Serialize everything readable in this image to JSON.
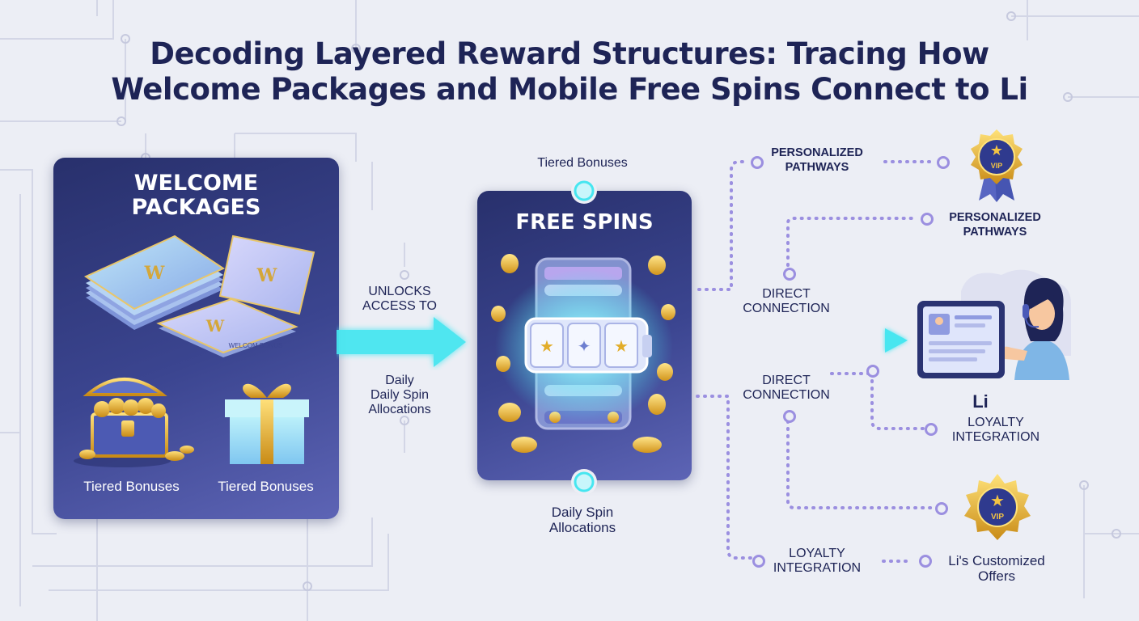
{
  "title": {
    "line1": "Decoding Layered Reward Structures: Tracing How",
    "line2": "Welcome Packages and Mobile Free Spins Connect to Li"
  },
  "welcome_panel": {
    "title_line1": "WELCOME",
    "title_line2": "PACKAGES",
    "card_text": "WELCOM BONUS",
    "card_letter": "W",
    "item_left": "Tiered Bonuses",
    "item_right": "Tiered Bonuses"
  },
  "arrow_left": {
    "top_line1": "UNLOCKS",
    "top_line2": "ACCESS TO",
    "bottom_line1": "Daily",
    "bottom_line2": "Daily Spin",
    "bottom_line3": "Allocations"
  },
  "free_spins": {
    "top_label": "Tiered Bonuses",
    "title": "FREE SPINS",
    "bottom_line1": "Daily Spin",
    "bottom_line2": "Allocations"
  },
  "right_labels": {
    "pp1_line1": "PERSONALIZED",
    "pp1_line2": "PATHWAYS",
    "pp2_line1": "PERSONALIZED",
    "pp2_line2": "PATHWAYS",
    "dc1_line1": "DIRECT",
    "dc1_line2": "CONNECTION",
    "dc2_line1": "DIRECT",
    "dc2_line2": "CONNECTION",
    "li": "Li",
    "loy1_line1": "LOYALTY",
    "loy1_line2": "INTEGRATION",
    "loy2_line1": "LOYALTY",
    "loy2_line2": "INTEGRATION",
    "offers_line1": "Li's Customized",
    "offers_line2": "Offers",
    "vip": "VIP"
  },
  "colors": {
    "navy": "#1e2456",
    "accent": "#46e6f0",
    "gold": "#e8b32c",
    "node": "#9b8fe0"
  }
}
